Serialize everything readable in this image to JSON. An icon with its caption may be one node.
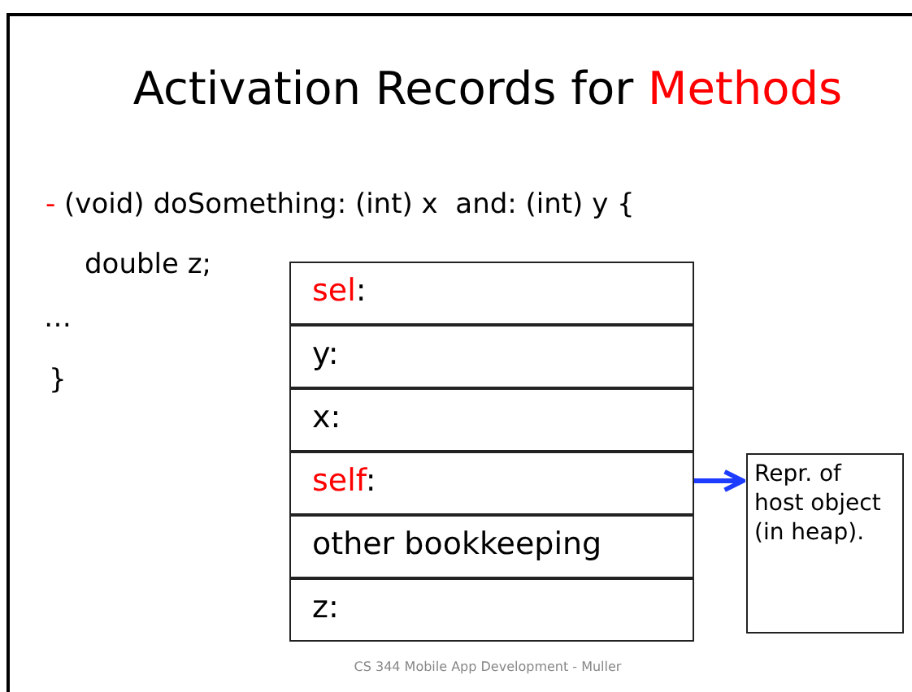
{
  "diagram": {
    "title": "Activation Records for Methods",
    "nodes": [
      {
        "text": [
          "sel:"
        ]
      },
      {
        "text": [
          "y:"
        ]
      },
      {
        "text": [
          "x:"
        ]
      },
      {
        "text": [
          "self:"
        ]
      },
      {
        "text": [
          "other bookkeeping"
        ]
      },
      {
        "text": [
          "z:"
        ]
      },
      {
        "text": [
          "Repr. of host object (in heap)."
        ]
      }
    ],
    "edges": [
      {
        "from": 3,
        "to": 6,
        "arrow": "to"
      }
    ],
    "labels": [
      "- (void) doSomething: (int) x  and: (int) y {",
      "double z;",
      "…",
      "}",
      "CS 344 Mobile App Development - Muller"
    ]
  }
}
